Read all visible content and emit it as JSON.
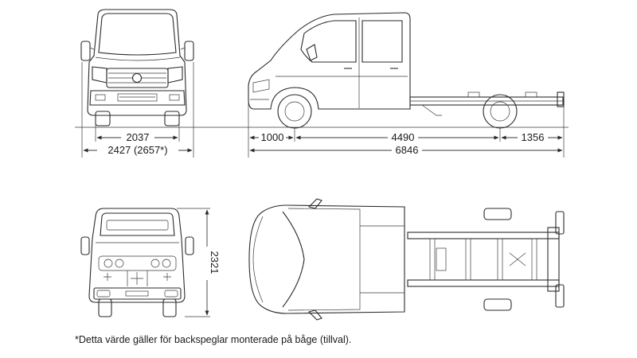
{
  "dimensions": {
    "width_track": "2037",
    "width_mirrors": "2427 (2657*)",
    "front_overhang": "1000",
    "wheelbase": "4490",
    "rear_overhang": "1356",
    "overall_length": "6846",
    "height": "2321"
  },
  "footnote": "*Detta värde gäller för backspeglar monterade på båge (tillval)."
}
